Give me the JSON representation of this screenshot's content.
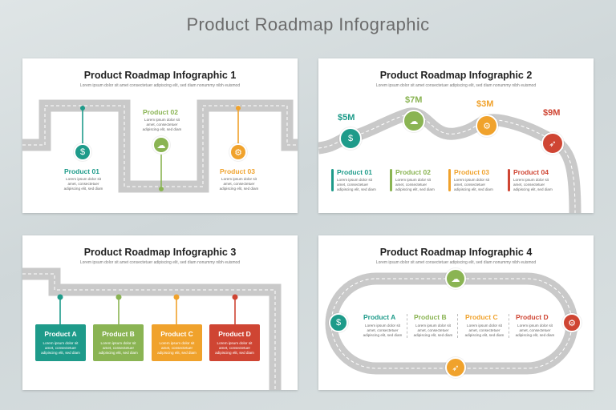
{
  "page_title": "Product Roadmap Infographic",
  "colors": {
    "teal": "#1e9b8a",
    "green": "#8ab453",
    "orange": "#f0a22c",
    "red": "#cf4533",
    "road": "#c9c9c9"
  },
  "desc_text": "Lorem ipsum dolor sit amet, consectetuer adipiscing elit, sed diam",
  "slide1": {
    "title": "Product Roadmap Infographic 1",
    "subtitle": "Lorem ipsum dolor sit amet consectetuer adipiscing elit, sed diam nonummy nibh euismod",
    "items": [
      {
        "label": "Product 01",
        "icon": "money-bag-icon"
      },
      {
        "label": "Product 02",
        "icon": "cloud-icon"
      },
      {
        "label": "Product 03",
        "icon": "gear-icon"
      }
    ]
  },
  "slide2": {
    "title": "Product Roadmap Infographic 2",
    "subtitle": "Lorem ipsum dolor sit amet consectetuer adipiscing elit, sed diam nonummy nibh euismod",
    "amounts": [
      "$5M",
      "$7M",
      "$3M",
      "$9M"
    ],
    "items": [
      {
        "label": "Product 01",
        "icon": "money-bag-icon"
      },
      {
        "label": "Product 02",
        "icon": "cloud-icon"
      },
      {
        "label": "Product 03",
        "icon": "gear-icon"
      },
      {
        "label": "Product 04",
        "icon": "rocket-icon"
      }
    ]
  },
  "slide3": {
    "title": "Product Roadmap Infographic 3",
    "subtitle": "Lorem ipsum dolor sit amet consectetuer adipiscing elit, sed diam nonummy nibh euismod",
    "items": [
      {
        "label": "Product A"
      },
      {
        "label": "Product B"
      },
      {
        "label": "Product C"
      },
      {
        "label": "Product D"
      }
    ]
  },
  "slide4": {
    "title": "Product Roadmap Infographic 4",
    "subtitle": "Lorem ipsum dolor sit amet consectetuer adipiscing elit, sed diam nonummy nibh euismod",
    "items": [
      {
        "label": "Product A",
        "icon": "money-bag-icon"
      },
      {
        "label": "Product B",
        "icon": "cloud-icon"
      },
      {
        "label": "Product C",
        "icon": "rocket-icon"
      },
      {
        "label": "Product D",
        "icon": "gear-icon"
      }
    ]
  }
}
